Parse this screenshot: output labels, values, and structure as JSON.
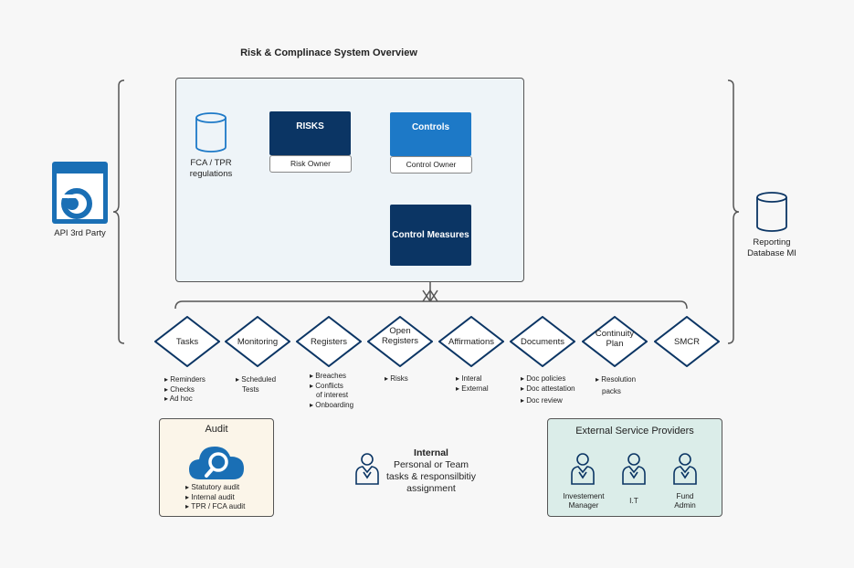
{
  "title": "Risk & Complinace System Overview",
  "left_entity": {
    "label": "API 3rd Party",
    "icon": "api-window-icon"
  },
  "right_entity": {
    "label_line1": "Reporting",
    "label_line2": "Database MI",
    "icon": "database-icon"
  },
  "regulations": {
    "line1": "FCA / TPR",
    "line2": "regulations",
    "icon": "database-icon"
  },
  "risks": {
    "label": "RISKS",
    "owner": "Risk Owner"
  },
  "controls": {
    "label": "Controls",
    "owner": "Control Owner"
  },
  "control_measures": {
    "label": "Control Measures"
  },
  "modules": [
    {
      "line1": "Tasks",
      "line2": ""
    },
    {
      "line1": "Monitoring",
      "line2": ""
    },
    {
      "line1": "Registers",
      "line2": ""
    },
    {
      "line1": "Open",
      "line2": "Registers"
    },
    {
      "line1": "Affirmations",
      "line2": ""
    },
    {
      "line1": "Documents",
      "line2": ""
    },
    {
      "line1": "Continuity",
      "line2": "Plan"
    },
    {
      "line1": "SMCR",
      "line2": ""
    }
  ],
  "bullets": {
    "tasks": [
      "Reminders",
      "Checks",
      "Ad hoc"
    ],
    "monitoring": [
      "Scheduled",
      "Tests"
    ],
    "registers": [
      "Breaches",
      "Conflicts",
      "of interest",
      "Onboarding"
    ],
    "open_registers": [
      "Risks"
    ],
    "affirmations": [
      "Interal",
      "External"
    ],
    "documents": [
      "Doc policies",
      "Doc attestation",
      "Doc review"
    ],
    "continuity": [
      "Resolution",
      "packs"
    ]
  },
  "audit": {
    "title": "Audit",
    "items": [
      "Statutory audit",
      "Internal audit",
      "TPR / FCA audit"
    ],
    "icon": "cloud-search-icon"
  },
  "internal": {
    "title": "Internal",
    "line1": "Personal or Team",
    "line2": "tasks & responsilbitiy",
    "line3": "assignment",
    "icon": "person-icon"
  },
  "esp": {
    "title": "External Service Providers",
    "people": [
      {
        "line1": "Investement",
        "line2": "Manager"
      },
      {
        "line1": "I.T",
        "line2": ""
      },
      {
        "line1": "Fund",
        "line2": "Admin"
      }
    ]
  },
  "colors": {
    "dark_navy": "#0b3564",
    "blue": "#1d79c7",
    "api_blue": "#1a6fb5",
    "main_bg": "#eef4f8",
    "audit_bg": "#fbf5e9",
    "esp_bg": "#dbede9"
  }
}
